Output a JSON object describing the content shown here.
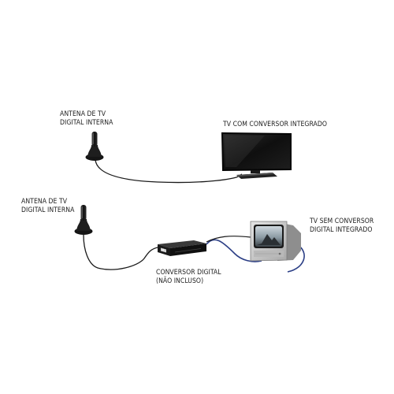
{
  "labels": {
    "antenna_top": [
      "ANTENA DE TV",
      "DIGITAL INTERNA"
    ],
    "tv_integrated": "TV COM CONVERSOR INTEGRADO",
    "antenna_bottom": [
      "ANTENA DE TV",
      "DIGITAL INTERNA"
    ],
    "tv_no_converter": [
      "TV SEM CONVERSOR",
      "DIGITAL INTEGRADO"
    ],
    "converter": [
      "CONVERSOR DIGITAL",
      "(NÃO INCLUSO)"
    ]
  },
  "colors": {
    "antenna": "#1d1d1d",
    "cable_black": "#1a1a1a",
    "cable_blue": "#2c3f86",
    "tv_frame": "#121212",
    "crt_body": "#c9c9c9"
  }
}
